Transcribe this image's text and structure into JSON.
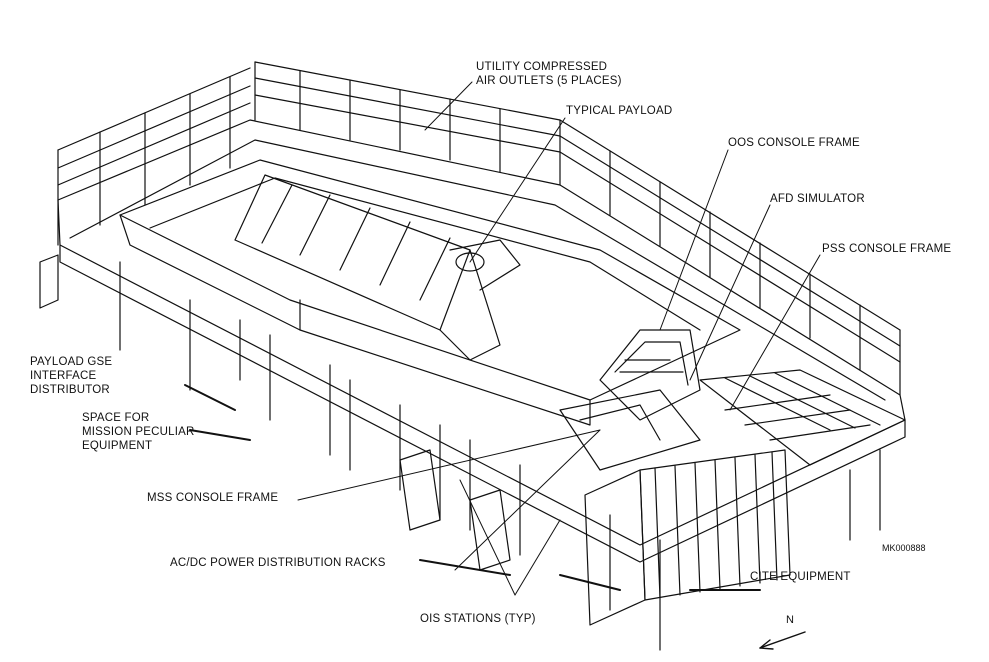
{
  "labels": {
    "utility_air": "UTILITY COMPRESSED\nAIR OUTLETS (5 PLACES)",
    "typical_payload": "TYPICAL PAYLOAD",
    "oos_console": "OOS CONSOLE FRAME",
    "afd_simulator": "AFD SIMULATOR",
    "pss_console": "PSS CONSOLE FRAME",
    "payload_gse": "PAYLOAD GSE\nINTERFACE\nDISTRIBUTOR",
    "space_mission": "SPACE FOR\nMISSION PECULIAR\nEQUIPMENT",
    "mss_console": "MSS CONSOLE FRAME",
    "acdc_racks": "AC/DC POWER DISTRIBUTION RACKS",
    "ois_stations": "OIS STATIONS (TYP)",
    "cite_equipment": "CITE EQUIPMENT",
    "figure_ref": "MK000888",
    "north": "N"
  },
  "colors": {
    "ink": "#111111",
    "paper": "#ffffff"
  }
}
